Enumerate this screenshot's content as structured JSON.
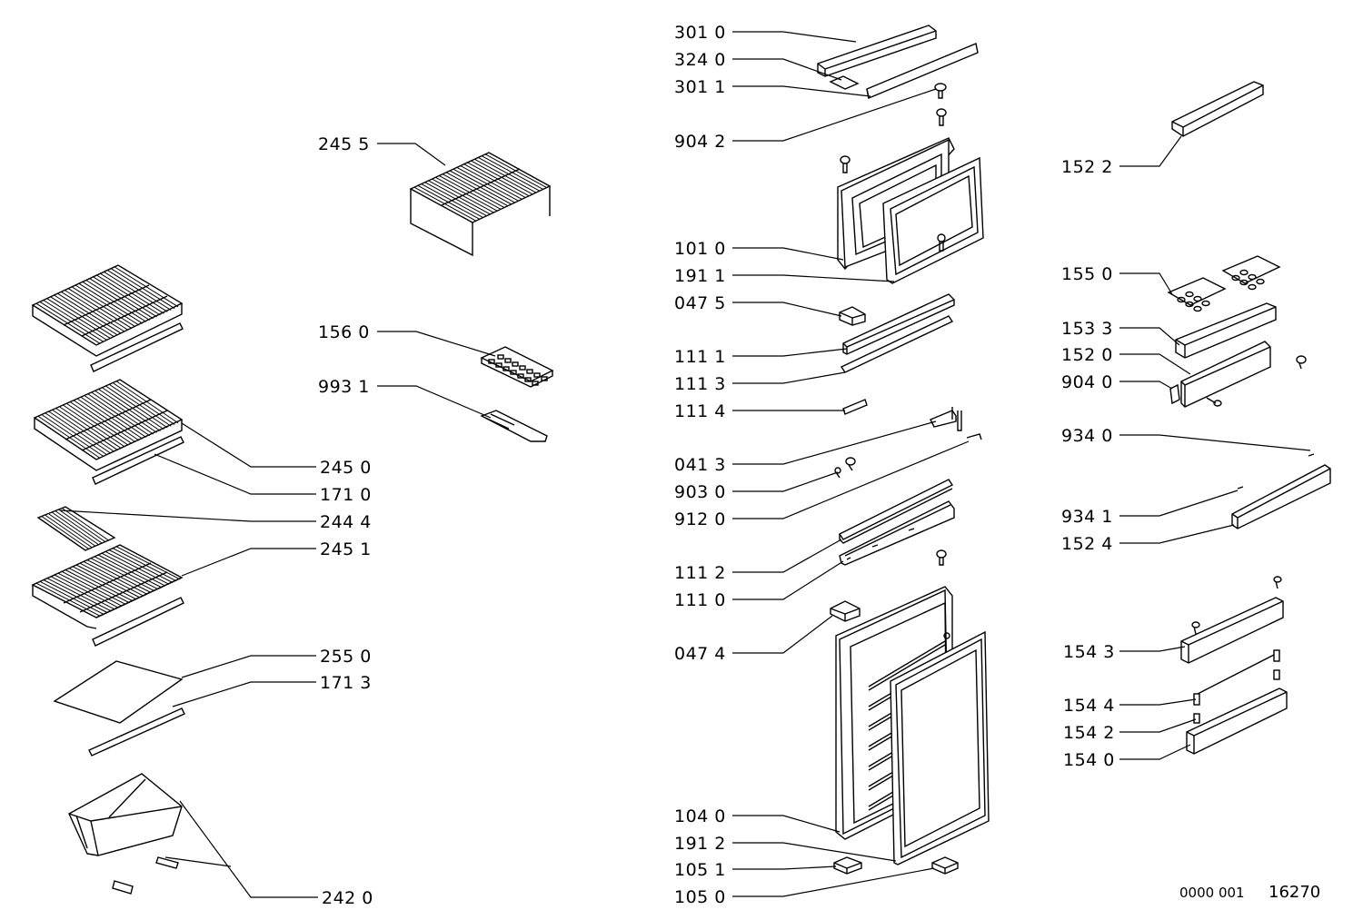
{
  "diagram": {
    "parts": [
      {
        "code": "245 5"
      },
      {
        "code": "156 0"
      },
      {
        "code": "993 1"
      },
      {
        "code": "245 0"
      },
      {
        "code": "171 0"
      },
      {
        "code": "244 4"
      },
      {
        "code": "245 1"
      },
      {
        "code": "255 0"
      },
      {
        "code": "171 3"
      },
      {
        "code": "242 0"
      },
      {
        "code": "301 0"
      },
      {
        "code": "324 0"
      },
      {
        "code": "301 1"
      },
      {
        "code": "904 2"
      },
      {
        "code": "101 0"
      },
      {
        "code": "191 1"
      },
      {
        "code": "047 5"
      },
      {
        "code": "111 1"
      },
      {
        "code": "111 3"
      },
      {
        "code": "111 4"
      },
      {
        "code": "041 3"
      },
      {
        "code": "903 0"
      },
      {
        "code": "912 0"
      },
      {
        "code": "111 2"
      },
      {
        "code": "111 0"
      },
      {
        "code": "047 4"
      },
      {
        "code": "104 0"
      },
      {
        "code": "191 2"
      },
      {
        "code": "105 1"
      },
      {
        "code": "105 0"
      },
      {
        "code": "152 2"
      },
      {
        "code": "155 0"
      },
      {
        "code": "153 3"
      },
      {
        "code": "152 0"
      },
      {
        "code": "904 0"
      },
      {
        "code": "934 0"
      },
      {
        "code": "934 1"
      },
      {
        "code": "152 4"
      },
      {
        "code": "154 3"
      },
      {
        "code": "154 4"
      },
      {
        "code": "154 2"
      },
      {
        "code": "154 0"
      }
    ],
    "footer": {
      "code_left": "0000 001",
      "code_right": "16270"
    }
  }
}
